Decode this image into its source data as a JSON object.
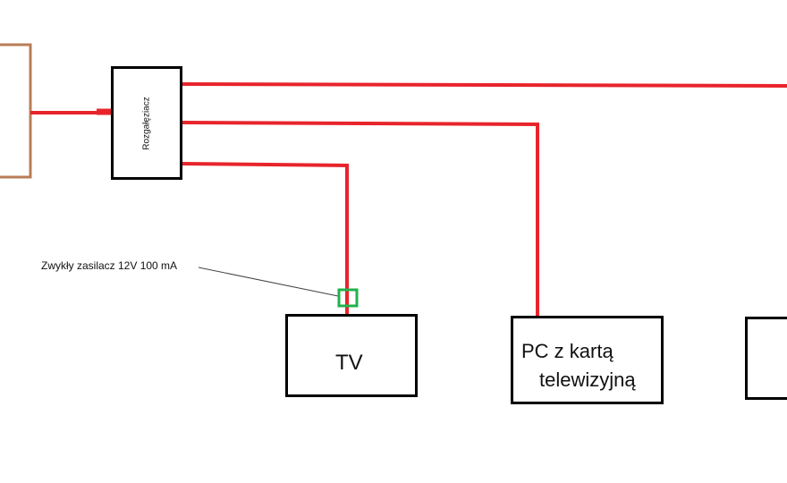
{
  "colors": {
    "wire": "#e8242b",
    "antenna_box": "#b97d57",
    "marker": "#22b14c",
    "box_border": "#000000",
    "text": "#111111",
    "callout_line": "#444444"
  },
  "splitter": {
    "label": "Rozgałęziacz"
  },
  "tv": {
    "label": "TV"
  },
  "pc": {
    "line1": "PC z kartą",
    "line2": "telewizyjną"
  },
  "annotation": {
    "text": "Zwykły zasilacz 12V 100 mA"
  }
}
